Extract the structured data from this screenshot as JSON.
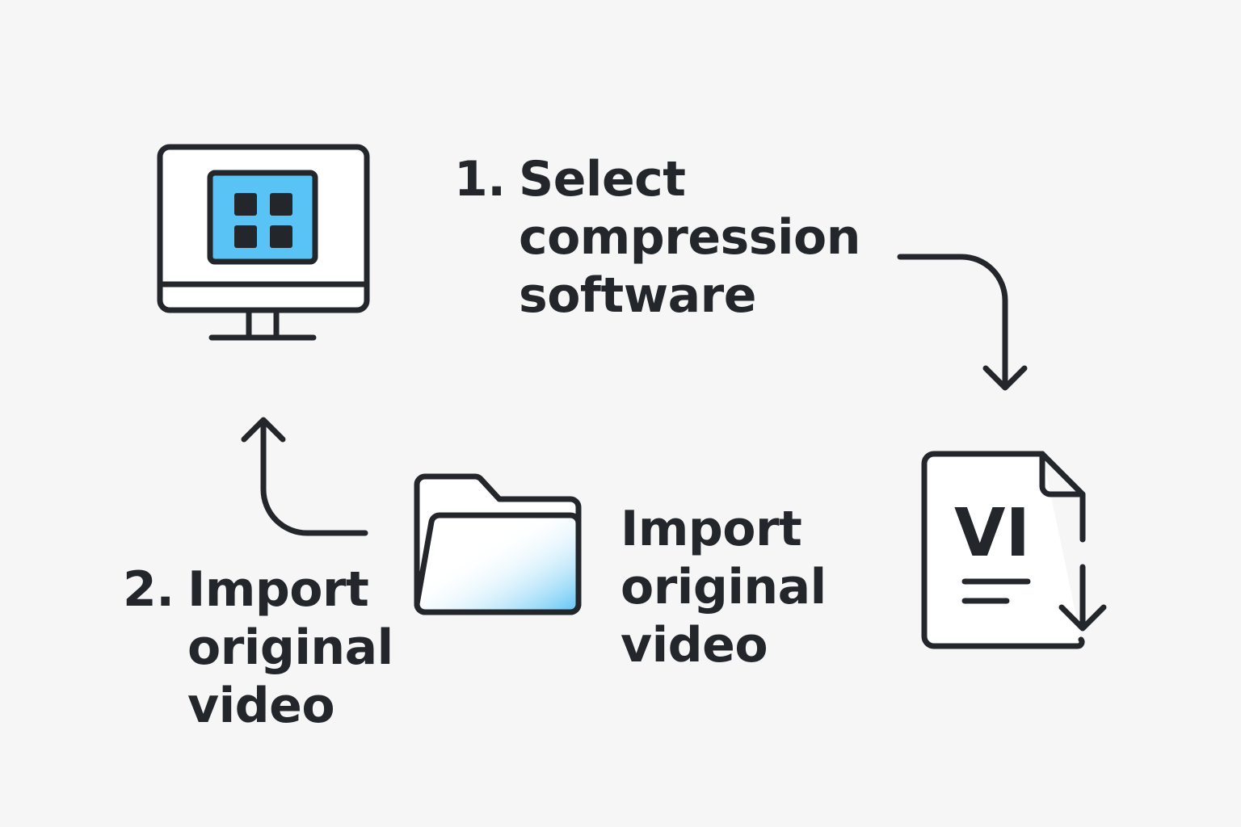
{
  "colors": {
    "stroke": "#23272b",
    "accent": "#5ac3f5",
    "background": "#f6f6f7"
  },
  "icons": {
    "monitor": "monitor-icon",
    "app_grid": "app-grid-icon",
    "folder": "folder-icon",
    "video_file": "video-file-icon"
  },
  "steps": {
    "select": {
      "number": "1.",
      "lines": [
        "Select",
        "compression",
        "software"
      ]
    },
    "import": {
      "number": "2.",
      "lines": [
        "Import",
        "original",
        "video"
      ]
    },
    "folder_label": {
      "lines": [
        "Import",
        "original",
        "video"
      ]
    }
  },
  "file_icon": {
    "letters": "VI"
  }
}
